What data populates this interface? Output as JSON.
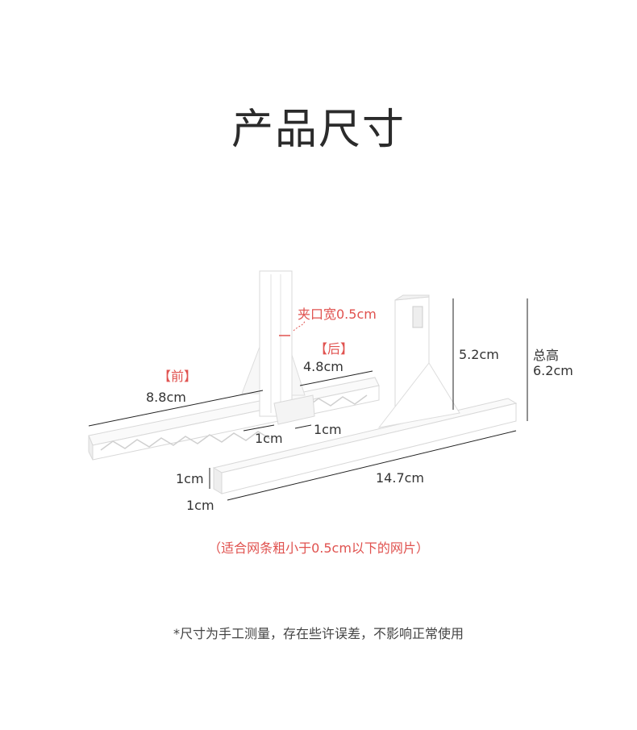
{
  "page": {
    "title": "产品尺寸",
    "note": "（适合网条粗小于0.5cm以下的网片）",
    "footnote": "*尺寸为手工测量，存在些许误差，不影响正常使用"
  },
  "labels": {
    "clip_width": "夹口宽0.5cm",
    "back": "【后】",
    "front": "【前】",
    "front_length": "8.8cm",
    "back_length": "4.8cm",
    "left_width": "1cm",
    "right_width": "1cm",
    "height_upright": "5.2cm",
    "total_height_title": "总高",
    "total_height_value": "6.2cm",
    "side_height": "1cm",
    "side_depth": "1cm",
    "length": "14.7cm"
  },
  "colors": {
    "accent": "#e0524f",
    "text": "#333333",
    "line": "#222222"
  }
}
